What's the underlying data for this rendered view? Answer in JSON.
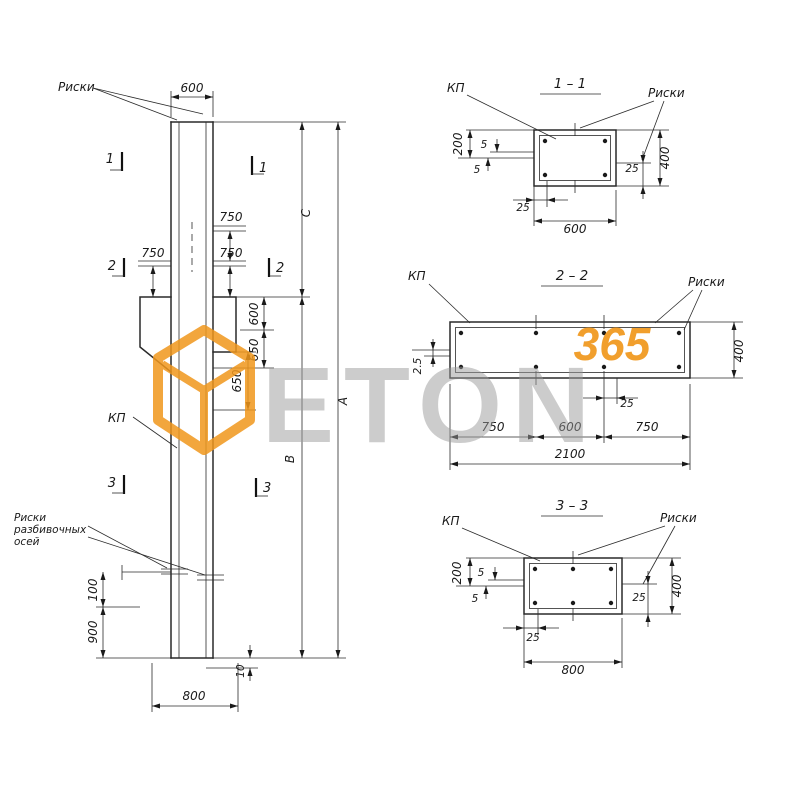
{
  "watermark": {
    "brand": "ETON",
    "number": "365"
  },
  "elevation": {
    "riski_top": "Риски",
    "kp": "КП",
    "riski_axes": [
      "Риски",
      "разбивочных",
      "осей"
    ],
    "marks": {
      "m1": "1",
      "m2": "2",
      "m3": "3"
    },
    "dims": {
      "top_width": "600",
      "t750a": "750",
      "t750b": "750",
      "t750c": "750",
      "r600": "600",
      "r650a": "650",
      "r650b": "650",
      "hC": "С",
      "hB": "В",
      "hA": "А",
      "b100": "100",
      "b900": "900",
      "b10": "10",
      "bottom_width": "800"
    }
  },
  "s11": {
    "title": "1 – 1",
    "kp": "КП",
    "riski": "Риски",
    "d200": "200",
    "d5a": "5",
    "d5b": "5",
    "d25bl": "25",
    "w": "600",
    "h": "400",
    "d25r": "25"
  },
  "s22": {
    "title": "2 – 2",
    "kp": "КП",
    "riski": "Риски",
    "d25l": "2.5",
    "d25b": "25",
    "h": "400",
    "seg1": "750",
    "seg2": "600",
    "seg3": "750",
    "total": "2100"
  },
  "s33": {
    "title": "3 – 3",
    "kp": "КП",
    "riski": "Риски",
    "d200": "200",
    "d5a": "5",
    "d5b": "5",
    "d25bl": "25",
    "w": "800",
    "h": "400",
    "d25r": "25"
  }
}
